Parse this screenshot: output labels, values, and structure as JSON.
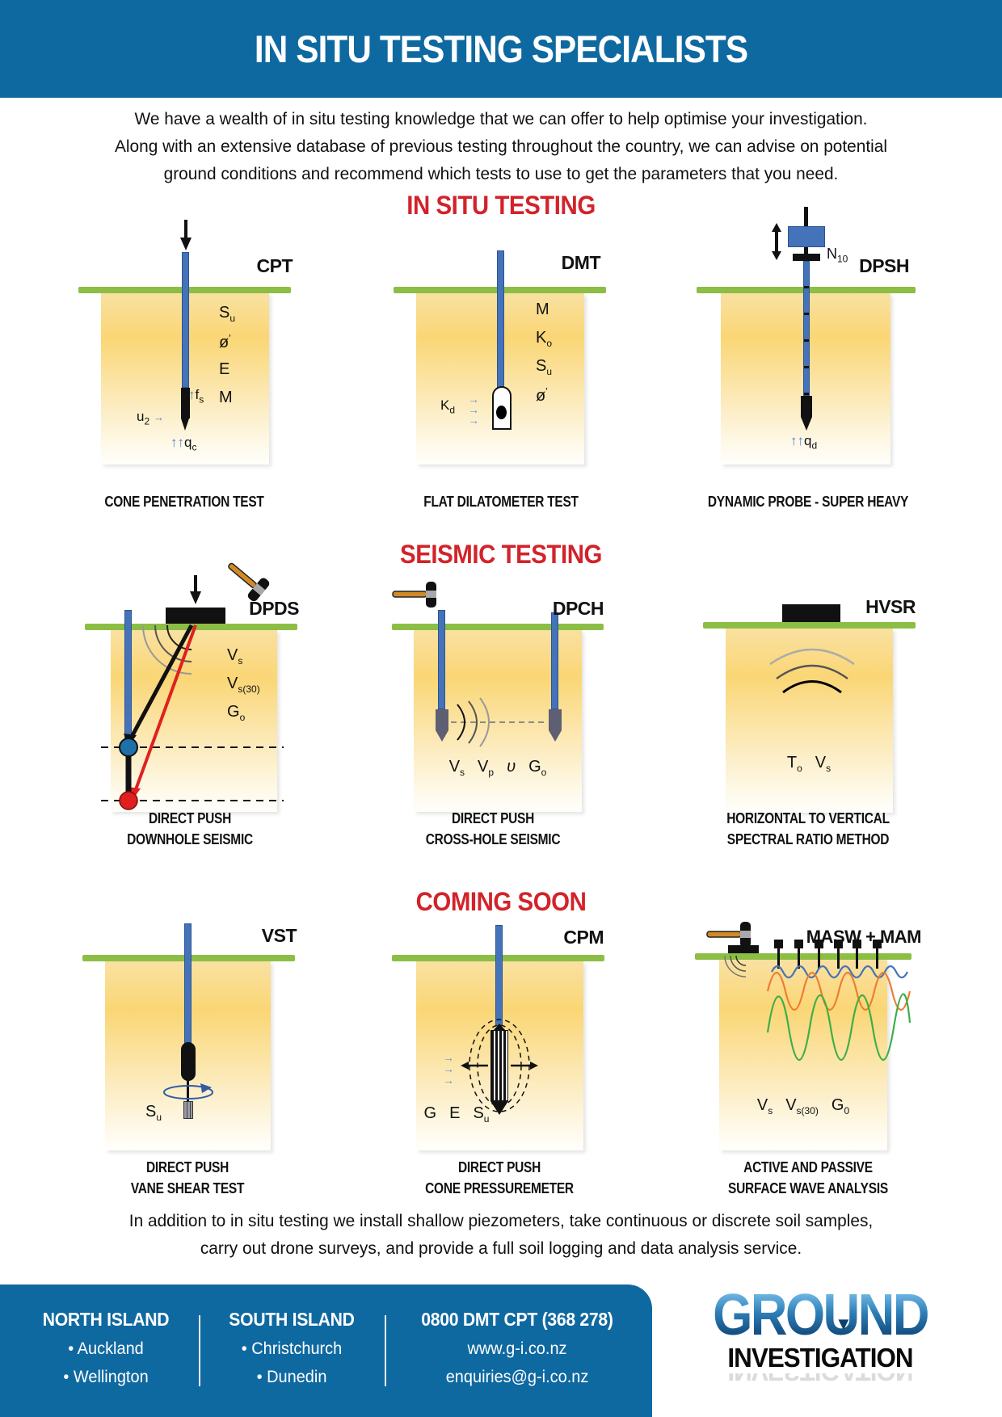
{
  "colors": {
    "blue": "#0F69A1",
    "red": "#D2232A",
    "green": "#8CBE45",
    "rod": "#4573B9"
  },
  "page": {
    "title": "IN SITU TESTING SPECIALISTS"
  },
  "intro": {
    "lines": [
      "We have a wealth of in situ testing knowledge that we can offer to help optimise your investigation.",
      "Along with an extensive database of previous testing throughout the country, we can advise on potential",
      "ground conditions and recommend which tests to use to get the parameters that you need."
    ]
  },
  "sections": {
    "insitu": {
      "heading": "IN SITU TESTING"
    },
    "seismic": {
      "heading": "SEISMIC TESTING"
    },
    "coming": {
      "heading": "COMING SOON"
    }
  },
  "arrows": {
    "up_pair": "↑↑",
    "right": "→",
    "up": "↑",
    "down": "▼"
  },
  "diagrams": {
    "cpt": {
      "label": "CPT",
      "caption": [
        "CONE PENETRATION TEST"
      ],
      "params": [
        {
          "m": "S",
          "sub": "u"
        },
        {
          "m": "ø",
          "sup": "′"
        },
        {
          "m": "E"
        },
        {
          "m": "M"
        }
      ],
      "fs": {
        "m": "f",
        "sub": "s"
      },
      "u2": {
        "m": "u",
        "sub": "2"
      },
      "qc": {
        "m": "q",
        "sub": "c"
      }
    },
    "dmt": {
      "label": "DMT",
      "caption": [
        "FLAT DILATOMETER TEST"
      ],
      "params": [
        {
          "m": "M"
        },
        {
          "m": "K",
          "sub": "o"
        },
        {
          "m": "S",
          "sub": "u"
        },
        {
          "m": "ø",
          "sup": "′"
        }
      ],
      "kd": {
        "m": "K",
        "sub": "d"
      }
    },
    "dpsh": {
      "label": "DPSH",
      "caption": [
        "DYNAMIC PROBE - SUPER HEAVY"
      ],
      "n10": {
        "m": "N",
        "sub": "10"
      },
      "qd": {
        "m": "q",
        "sub": "d"
      }
    },
    "dpds": {
      "label": "DPDS",
      "caption": [
        "DIRECT PUSH",
        "DOWNHOLE SEISMIC"
      ],
      "params": [
        {
          "m": "V",
          "sub": "s"
        },
        {
          "m": "V",
          "sub": "s(30)"
        },
        {
          "m": "G",
          "sub": "o"
        }
      ]
    },
    "dpch": {
      "label": "DPCH",
      "caption": [
        "DIRECT PUSH",
        "CROSS-HOLE SEISMIC"
      ],
      "params": [
        {
          "m": "V",
          "sub": "s"
        },
        {
          "m": "V",
          "sub": "p"
        },
        {
          "m": "υ",
          "i": true
        },
        {
          "m": "G",
          "sub": "o"
        }
      ]
    },
    "hvsr": {
      "label": "HVSR",
      "caption": [
        "HORIZONTAL TO VERTICAL",
        "SPECTRAL RATIO METHOD"
      ],
      "params": [
        {
          "m": "T",
          "sub": "o"
        },
        {
          "m": "V",
          "sub": "s"
        }
      ]
    },
    "vst": {
      "label": "VST",
      "caption": [
        "DIRECT PUSH",
        "VANE SHEAR TEST"
      ],
      "su": {
        "m": "S",
        "sub": "u"
      }
    },
    "cpm": {
      "label": "CPM",
      "caption": [
        "DIRECT PUSH",
        "CONE PRESSUREMETER"
      ],
      "params": [
        {
          "m": "G"
        },
        {
          "m": "E"
        },
        {
          "m": "S",
          "sub": "u"
        }
      ]
    },
    "masw": {
      "label": "MASW + MAM",
      "caption": [
        "ACTIVE AND PASSIVE",
        "SURFACE WAVE ANALYSIS"
      ],
      "params": [
        {
          "m": "V",
          "sub": "s"
        },
        {
          "m": "V",
          "sub": "s(30)"
        },
        {
          "m": "G",
          "sub": "0"
        }
      ]
    }
  },
  "outro": {
    "lines": [
      "In addition to in situ testing we install shallow piezometers, take continuous or discrete soil samples,",
      "carry out drone surveys, and provide a full soil logging and data analysis service."
    ]
  },
  "footer": {
    "bullet": "•",
    "columns": [
      {
        "heading": "NORTH ISLAND",
        "items": [
          "Auckland",
          "Wellington"
        ]
      },
      {
        "heading": "SOUTH ISLAND",
        "items": [
          "Christchurch",
          "Dunedin"
        ]
      },
      {
        "heading": "0800 DMT CPT (368 278)",
        "items": [
          "www.g-i.co.nz",
          "enquiries@g-i.co.nz"
        ]
      }
    ],
    "logo": {
      "top": "GROUND",
      "bottom": "INVESTIGATION"
    }
  }
}
